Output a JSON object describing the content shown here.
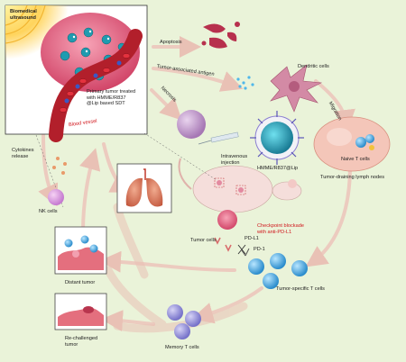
{
  "colors": {
    "background": "#eaf3d9",
    "arrow": "#e9c1b5",
    "tumor": "#e35c7f",
    "t_cell": "#3fa3d8",
    "memory_t_cell": "#8b87d6",
    "nk_cell": "#d38bd8",
    "apoptosis": "#b7304d",
    "dendritic_cell": "#c97792",
    "label_red": "#d0151b"
  },
  "labels": {
    "biomedical_ultrasound": "Biomedical\nultrasound",
    "primary_tumor": "Primary tumor treated\nwith HMME/R837\n@Lip based SDT",
    "blood_vessel": "Blood vessel",
    "apoptosis": "Apoptosis",
    "tumor_associated_antigen": "Tumor-associated antigen",
    "dendritic_cells": "Dendritic cells",
    "necrosis": "Necrosis",
    "migration": "Migration",
    "intravenous_injection": "Intravenous\ninjection",
    "naive_t_cells": "Naive T cells",
    "hmme_lip": "HMME/R837@Lip",
    "tumor_draining_lymph_nodes": "Tumor-draining lymph nodes",
    "cytokines_release": "Cytokines\nrelease",
    "nk_cells": "NK cells",
    "tumor_cells": "Tumor cells",
    "checkpoint_blockade": "Checkpoint blockade\nwith anti-PD-L1",
    "pd_l1": "PD-L1",
    "pd_1": "PD-1",
    "tumor_specific_t_cells": "Tumor-specific T cells",
    "distant_tumor": "Distant tumor",
    "re_challenged_tumor": "Re-challenged\ntumor",
    "memory_t_cells": "Memory T cells"
  }
}
